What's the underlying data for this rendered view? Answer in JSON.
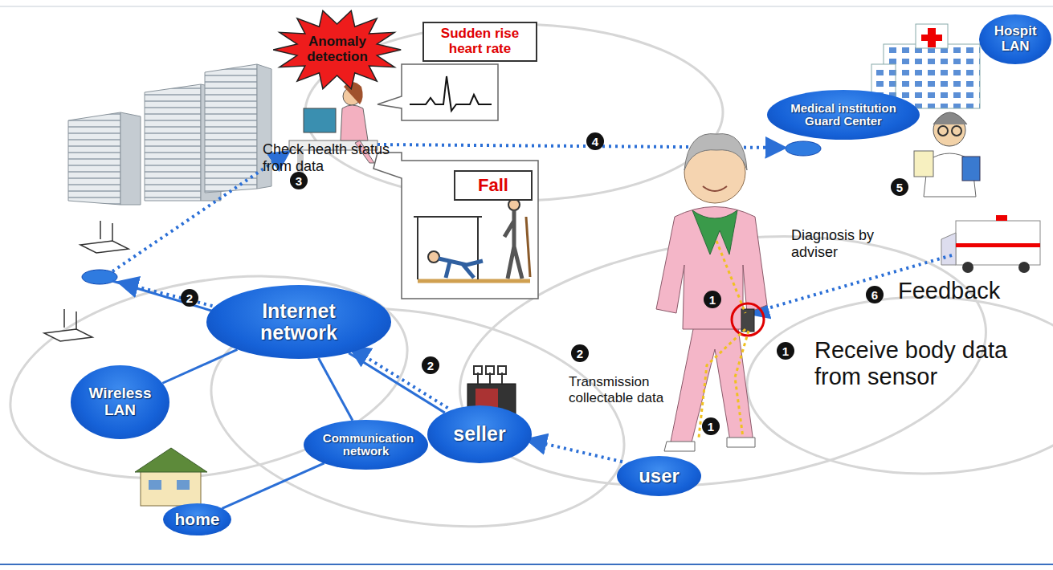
{
  "diagram": {
    "nodes": [
      {
        "text": [
          "Anomaly detection"
        ]
      },
      {
        "text": [
          "Sudden rise heart rate"
        ]
      },
      {
        "text": [
          "Hospit LAN"
        ]
      },
      {
        "text": [
          "Medical institution Guard Center"
        ]
      },
      {
        "text": [
          "Fall"
        ]
      },
      {
        "text": [
          "Internet network"
        ]
      },
      {
        "text": [
          "Wireless LAN"
        ]
      },
      {
        "text": [
          "seller"
        ]
      },
      {
        "text": [
          "Communication network"
        ]
      },
      {
        "text": [
          "user"
        ]
      },
      {
        "text": [
          "home"
        ]
      }
    ],
    "edges": [
      {
        "from": 6,
        "to": 5,
        "arrow": "none"
      },
      {
        "from": 8,
        "to": 5,
        "arrow": "none"
      },
      {
        "from": 10,
        "to": 8,
        "arrow": "none"
      },
      {
        "from": 7,
        "to": 5,
        "arrow": "to"
      },
      {
        "from": 9,
        "to": 7,
        "arrow": "to"
      }
    ],
    "labels": [
      "Check health status from data",
      "Diagnosis by adviser",
      "Feedback",
      "Receive body data from sensor",
      "Transmission collectable data",
      "1",
      "1",
      "1",
      "2",
      "2",
      "2",
      "3",
      "4",
      "5",
      "6"
    ]
  }
}
